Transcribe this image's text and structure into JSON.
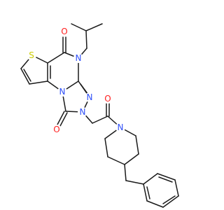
{
  "structure": {
    "atom_labels": [
      {
        "id": "O1",
        "text": "O",
        "color": "#ff2020"
      },
      {
        "id": "O2",
        "text": "O",
        "color": "#ff2020"
      },
      {
        "id": "O3",
        "text": "O",
        "color": "#ff2020"
      },
      {
        "id": "S1",
        "text": "S",
        "color": "#cccc00"
      },
      {
        "id": "N1",
        "text": "N",
        "color": "#3050f8"
      },
      {
        "id": "N2",
        "text": "N",
        "color": "#3050f8"
      },
      {
        "id": "N3",
        "text": "N",
        "color": "#3050f8"
      },
      {
        "id": "N4",
        "text": "N",
        "color": "#3050f8"
      },
      {
        "id": "N5",
        "text": "N",
        "color": "#3050f8"
      }
    ]
  }
}
